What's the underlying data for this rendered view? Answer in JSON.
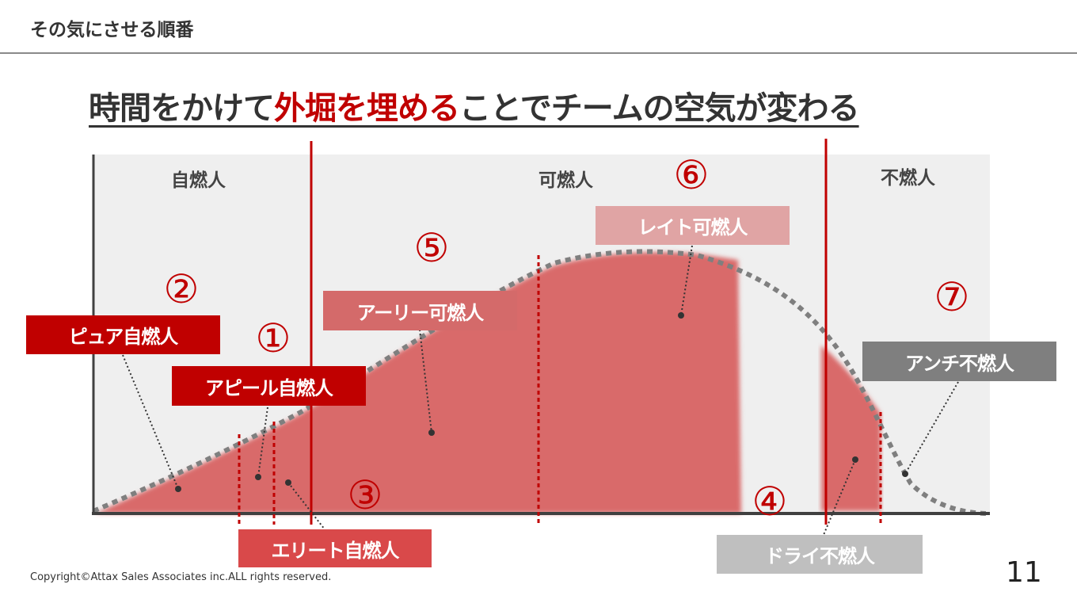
{
  "header": {
    "title": "その気にさせる順番"
  },
  "headline": {
    "part1": "時間をかけて",
    "accent": "外堀を埋める",
    "part2": "ことでチームの空気が変わる"
  },
  "zones": {
    "self": "自燃人",
    "possible": "可燃人",
    "non": "不燃人"
  },
  "labels": {
    "pure": "ピュア自燃人",
    "appeal": "アピール自燃人",
    "elite": "エリート自燃人",
    "early": "アーリー可燃人",
    "late": "レイト可燃人",
    "dry": "ドライ不燃人",
    "anti": "アンチ不燃人"
  },
  "steps": {
    "s1": "①",
    "s2": "②",
    "s3": "③",
    "s4": "④",
    "s5": "⑤",
    "s6": "⑥",
    "s7": "⑦"
  },
  "colors": {
    "accent": "#c00000",
    "fill": "#d96b6b",
    "grey": "#7f7f7f",
    "light_grey": "#bfbfbf",
    "pink": "#e0a4a4",
    "bg": "#efefef"
  },
  "footer": {
    "copyright": "Copyright©Attax Sales Associates inc.ALL rights reserved.",
    "page": "11"
  }
}
